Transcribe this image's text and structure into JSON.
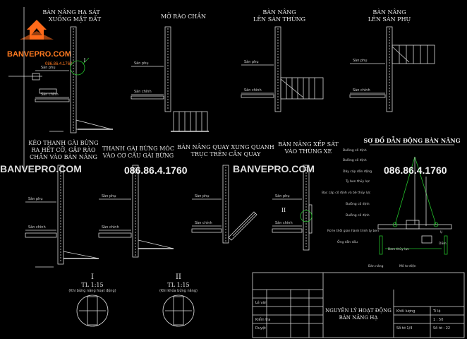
{
  "brand": {
    "name": "BANVEPRO.COM",
    "phone": "086.86.4.1760",
    "colors": {
      "accent": "#ff6a1a",
      "green": "#22c02a",
      "line": "#d8d8d8"
    }
  },
  "titles": {
    "t1a": "BÀN NÂNG HẠ SÁT",
    "t1b": "XUỐNG MẶT ĐẤT",
    "t2": "MỞ RÀO CHẮN",
    "t3a": "BÀN NÂNG",
    "t3b": "LÊN SÀN THÙNG",
    "t4a": "BÀN NÂNG",
    "t4b": "LÊN SÀN PHỤ",
    "t5a": "KÉO THANH GÀI BỪNG",
    "t5b": "RA HẾT CỠ, GẬP RÀO",
    "t5c": "CHẮN VÀO BÀN NÂNG",
    "t6a": "THANH GÀI BỪNG MÓC",
    "t6b": "VÀO CƠ CẤU GÀI BỪNG",
    "t7a": "BÀN NÂNG QUAY XUNG QUANH",
    "t7b": "TRỤC TRÊN CẦN QUAY",
    "t8a": "BÀN NÂNG XẾP SÁT",
    "t8b": "VÀO THÙNG XE",
    "schema": "SƠ ĐỒ DẪN ĐỘNG BÀN NÂNG"
  },
  "labels": {
    "san_phu": "Sàn phụ",
    "san_chinh": "Sàn chính",
    "mark_I": "I",
    "mark_II": "II"
  },
  "details": {
    "d1": "TL 1:15",
    "d1_sub": "(Khi bừng nâng hoạt động)",
    "d2": "TL 1:15",
    "d2_sub": "(Khi khóa bừng nâng)"
  },
  "schema_labels": [
    "Bulông cố định",
    "Bulông cố định",
    "Dây cáp dẫn động",
    "Ty ben thủy lực",
    "Bạc cáp cố định và bệ thủy lực",
    "Bulông cố định",
    "Bulông cố định",
    "Rơ le thời gian hành trình ty ben",
    "Ống dẫn dầu",
    "Bơm thủy lực",
    "Bàn nâng",
    "Mô tơ điện",
    "Dầm",
    "Ụ"
  ],
  "titleblock": {
    "title1": "NGUYÊN LÝ HOẠT ĐỘNG",
    "title2": "BÀN NÂNG HẠ",
    "rows": [
      "Lê văn",
      "Kiểm tra",
      "Duyệt"
    ],
    "right": [
      "Khối lượng",
      "Tỉ lệ",
      "Số tờ 1/4",
      "Số tờ : 22",
      "1 : 50"
    ]
  }
}
